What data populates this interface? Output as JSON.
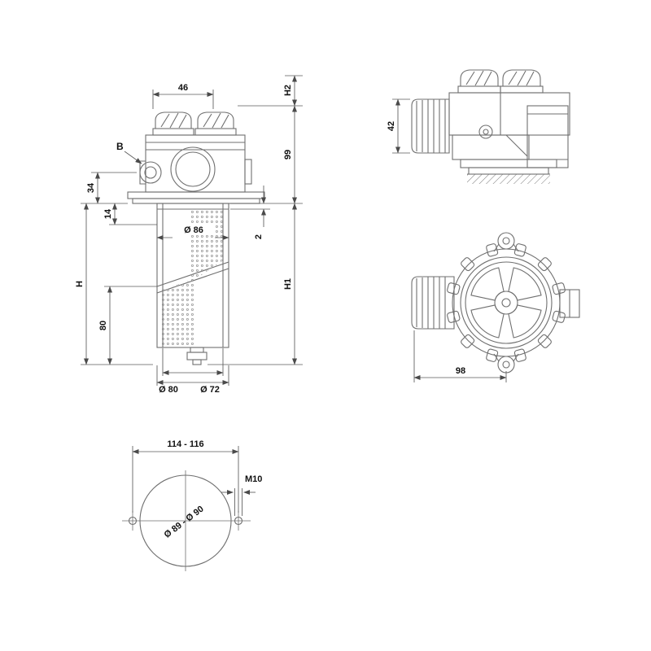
{
  "views": {
    "front": {
      "dims": {
        "cap_spacing": "46",
        "h2": "H2",
        "head_height": "99",
        "port_label": "B",
        "port_to_flange": "34",
        "flange_to_element": "14",
        "element_top_dia": "Ø 86",
        "wall_gap": "2",
        "total_height": "H",
        "element_height": "H1",
        "lower_section": "80",
        "outer_dia": "Ø 80",
        "inner_dia": "Ø 72"
      }
    },
    "side": {
      "dims": {
        "knob_height": "42"
      }
    },
    "top": {
      "dims": {
        "knob_to_axis": "98"
      }
    },
    "mounting": {
      "dims": {
        "bolt_spacing": "114 - 116",
        "thread_size": "M10",
        "cutout_dia": "Ø 89 - Ø 90"
      }
    }
  },
  "colors": {
    "background": "#ffffff",
    "outline": "#6f6f6f",
    "dimension_line": "#5a5a5a",
    "text": "#111111"
  }
}
